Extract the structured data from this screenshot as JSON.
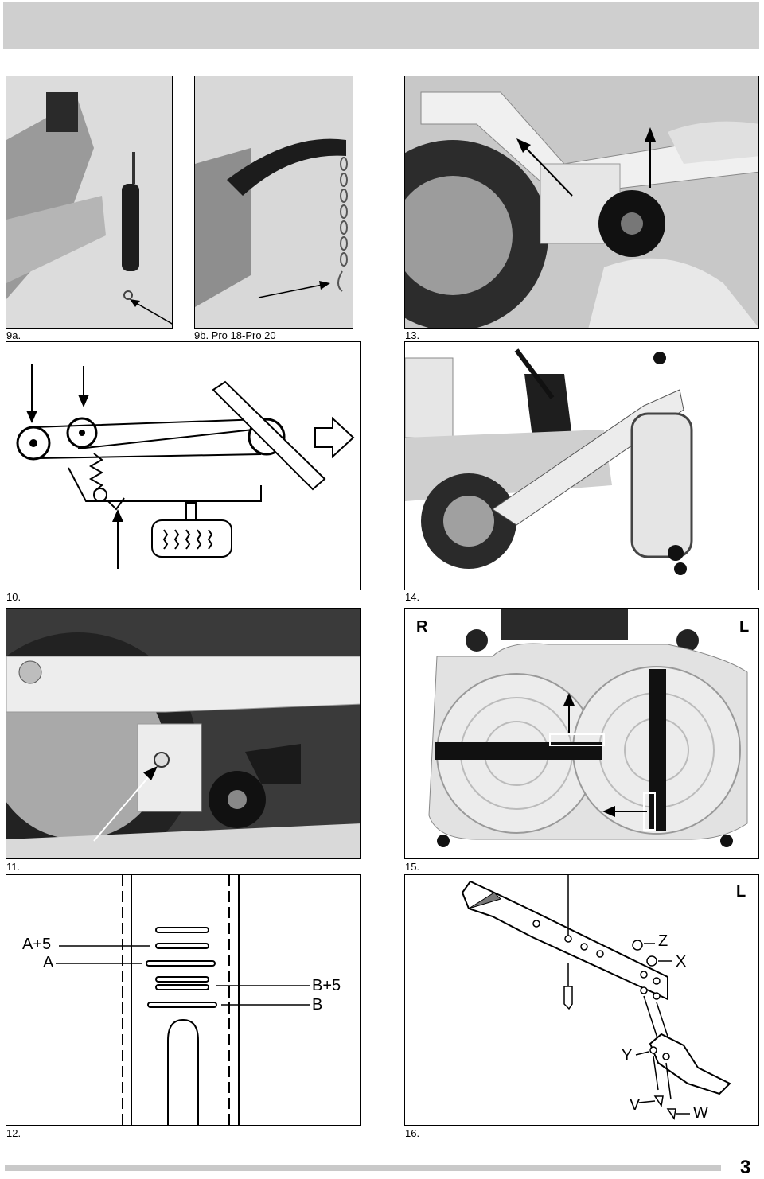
{
  "figures": {
    "f9a": {
      "caption": "9a."
    },
    "f9b": {
      "caption": "9b. Pro 18-Pro 20"
    },
    "f13": {
      "caption": "13."
    },
    "f10": {
      "caption": "10."
    },
    "f14": {
      "caption": "14."
    },
    "f11": {
      "caption": "11."
    },
    "f15": {
      "caption": "15.",
      "label_left": "R",
      "label_right": "L"
    },
    "f12": {
      "caption": "12.",
      "labels": [
        "A+5",
        "A",
        "B+5",
        "B"
      ]
    },
    "f16": {
      "caption": "16.",
      "label_corner": "L",
      "labels": {
        "z": "Z",
        "x": "X",
        "y": "Y",
        "v": "V",
        "w": "W"
      }
    }
  },
  "page_number": "3"
}
